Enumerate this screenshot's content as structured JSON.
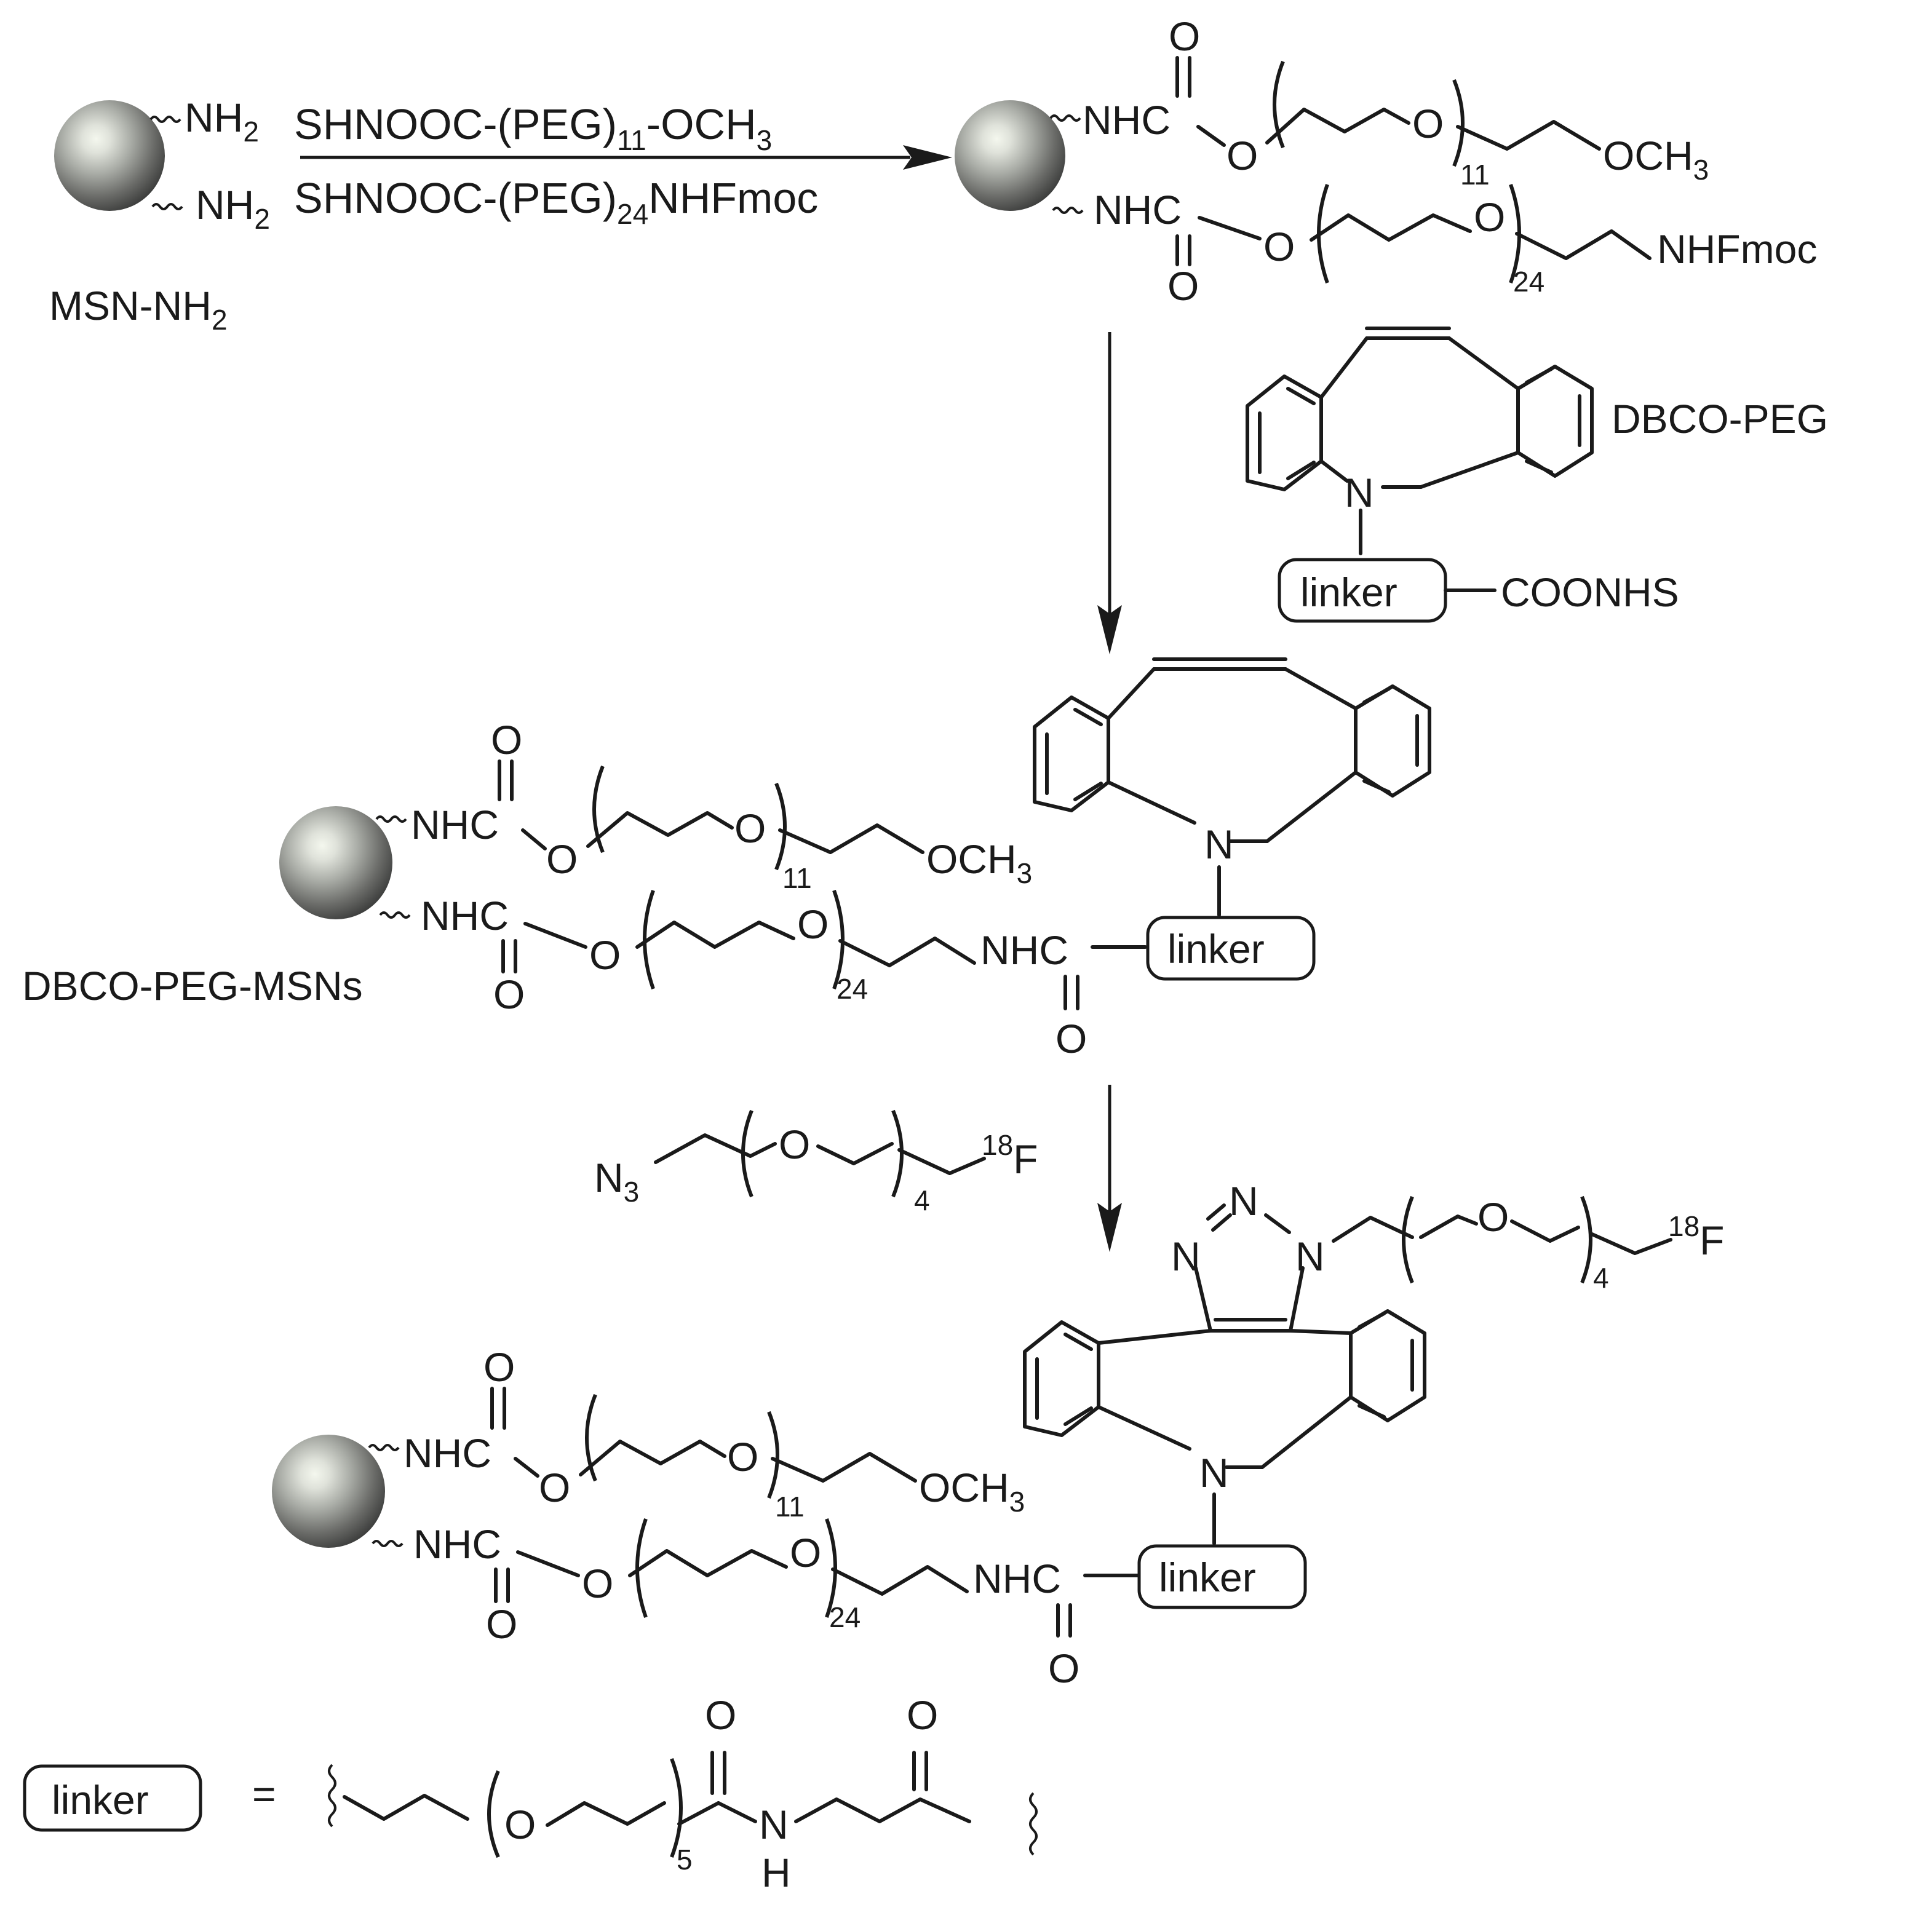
{
  "labels": {
    "nh2": "NH",
    "nh2_sub": "2",
    "msn_nh2": "MSN-NH",
    "msn_nh2_sub": "2",
    "reagent1_a": "SHNOOC-(PEG)",
    "reagent1_a_sub": "11",
    "reagent1_a_tail": "-OCH",
    "reagent1_a_tail_sub": "3",
    "reagent1_b": "SHNOOC-(PEG)",
    "reagent1_b_sub": "24",
    "reagent1_b_tail": "NHFmoc",
    "nhc": "NHC",
    "o": "O",
    "och3": "OCH",
    "och3_sub": "3",
    "nhfmoc": "NHFmoc",
    "n11": "11",
    "n24": "24",
    "n4": "4",
    "n5": "5",
    "dbco_peg": "DBCO-PEG",
    "dbco_peg_msns": "DBCO-PEG-MSNs",
    "linker": "linker",
    "coonhs": "COONHS",
    "n": "N",
    "h": "H",
    "n3": "N",
    "n3_sub": "3",
    "f18_mass": "18",
    "f": "F",
    "equals": "="
  },
  "colors": {
    "ink": "#1a1a1a",
    "sphere_light": "#f4f7ee",
    "sphere_mid": "#a9aca6",
    "sphere_dark": "#3a3b3a"
  }
}
